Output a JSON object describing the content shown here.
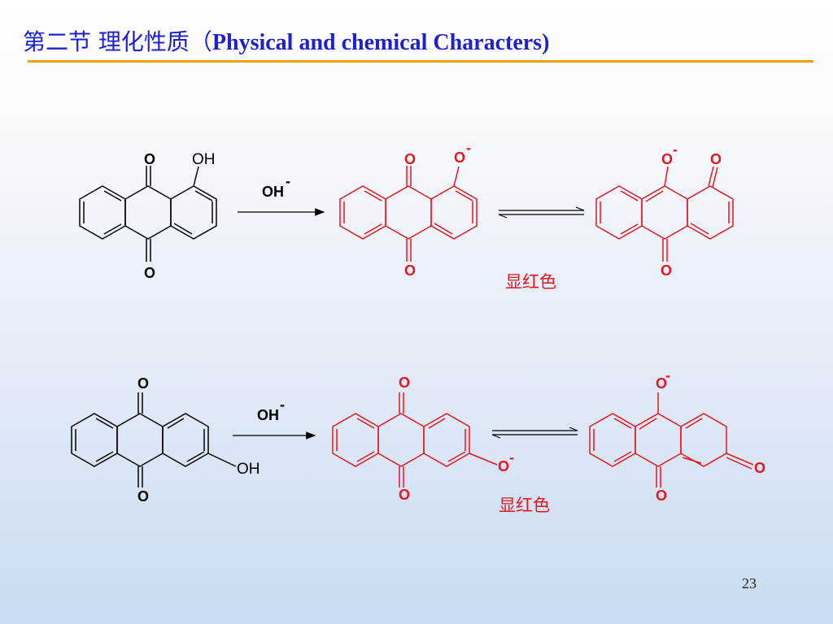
{
  "slide": {
    "title_cn": "第二节  理化性质（",
    "title_en": "Physical and chemical Characters)",
    "page_number": "23"
  },
  "colors": {
    "title": "#1f1fd0",
    "rule": "#f0a000",
    "product": "#e8141e",
    "reactant": "#000000"
  },
  "reaction1": {
    "reactant": {
      "top_o": "O",
      "bottom_o": "O",
      "oh": "OH"
    },
    "reagent": "OH",
    "charge": "-",
    "product_a": {
      "top_o": "O",
      "anion_o": "O",
      "bottom_o": "O"
    },
    "product_b": {
      "anion_o": "O",
      "top_o": "O",
      "bottom_o": "O"
    },
    "caption": "显红色"
  },
  "reaction2": {
    "reactant": {
      "top_o": "O",
      "bottom_o": "O",
      "oh": "OH"
    },
    "reagent": "OH",
    "charge": "-",
    "product_a": {
      "top_o": "O",
      "bottom_o": "O",
      "anion_o": "O"
    },
    "product_b": {
      "anion_o": "O",
      "bottom_o": "O",
      "right_o": "O"
    },
    "caption": "显红色"
  }
}
